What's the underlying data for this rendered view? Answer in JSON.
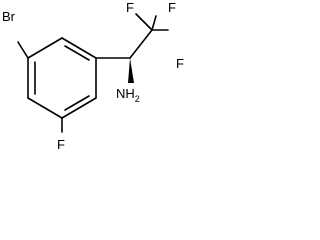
{
  "molecule": {
    "atoms": {
      "br": "Br",
      "f_ring": "F",
      "f_top": "F",
      "f_right": "F",
      "f_mid": "F",
      "nh2_main": "NH",
      "nh2_sub": "2"
    }
  },
  "colors": {
    "bond": "#000000",
    "text": "#000000",
    "background": "#ffffff"
  }
}
